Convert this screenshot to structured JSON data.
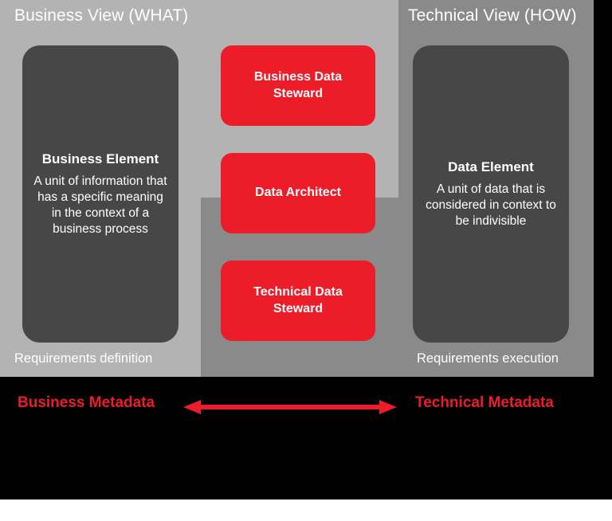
{
  "views": {
    "business_header": "Business View (WHAT)",
    "technical_header": "Technical View (HOW)"
  },
  "elements": [
    {
      "title": "Business Element",
      "description": "A unit of information that has a specific meaning in the context of a business process"
    },
    {
      "title": "Data Element",
      "description": "A unit of data that is considered in context to be indivisible"
    }
  ],
  "roles": [
    {
      "label": "Business Data Steward"
    },
    {
      "label": "Data Architect"
    },
    {
      "label": "Technical Data Steward"
    }
  ],
  "captions": {
    "definition": "Requirements definition",
    "execution": "Requirements execution"
  },
  "metadata_bar": {
    "left_label": "Business Metadata",
    "right_label": "Technical Metadata",
    "arrow": "double-headed-arrow"
  },
  "colors": {
    "accent_red": "#ed1c29",
    "business_panel": "#b3b3b3",
    "technical_panel": "#8a8a8a",
    "element_card": "#474747",
    "background": "#000000",
    "text_light": "#ffffff"
  }
}
